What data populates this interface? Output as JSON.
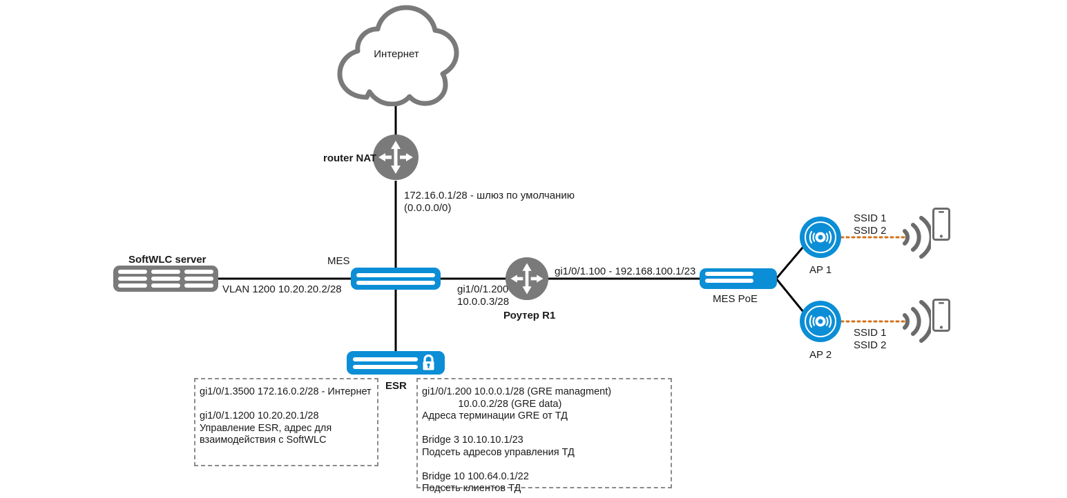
{
  "diagram": {
    "title": "SoftWLC network topology",
    "background": "#ffffff",
    "colors": {
      "device_blue": "#0b8ed6",
      "device_gray": "#7a7a7a",
      "link_black": "#000000",
      "wireless_orange": "#d2711a",
      "wifi_gray": "#6b6b6b",
      "dashed_border": "#8a8a8a"
    }
  },
  "nodes": {
    "cloud": {
      "label": "Интернет",
      "icon": "cloud-icon"
    },
    "router_nat": {
      "label": "router NAT",
      "icon": "router-icon"
    },
    "mes": {
      "label": "MES",
      "icon": "switch-icon"
    },
    "softwlc": {
      "label": "SoftWLC server",
      "icon": "server-icon"
    },
    "router_r1": {
      "label": "Роутер R1",
      "icon": "router-icon"
    },
    "mes_poe": {
      "label": "MES PoE",
      "icon": "switch-poe-icon"
    },
    "esr": {
      "label": "ESR",
      "icon": "firewall-icon"
    },
    "ap1": {
      "label": "AP 1",
      "icon": "access-point-icon"
    },
    "ap2": {
      "label": "AP 2",
      "icon": "access-point-icon"
    },
    "client1": {
      "icon": "smartphone-icon"
    },
    "client2": {
      "icon": "smartphone-icon"
    }
  },
  "link_labels": {
    "nat_gateway": "172.16.0.1/28 - шлюз по умолчанию\n(0.0.0.0/0)",
    "softwlc_vlan": "VLAN 1200 10.20.20.2/28",
    "mes_to_r1": "gi1/0/1.200\n10.0.0.3/28",
    "r1_to_poe": "gi1/0/1.100 - 192.168.100.1/23",
    "ssid_ap1": "SSID 1\nSSID 2",
    "ssid_ap2": "SSID 1\nSSID 2"
  },
  "notes": {
    "esr_left": "gi1/0/1.3500 172.16.0.2/28 - Интернет\n\ngi1/0/1.1200 10.20.20.1/28\nУправление ESR, адрес для\nвзаимодействия с SoftWLC",
    "esr_right": "gi1/0/1.200 10.0.0.1/28 (GRE managment)\n             10.0.0.2/28 (GRE data)\nАдреса терминации GRE от ТД\n\nBridge 3 10.10.10.1/23\nПодсеть адресов управления ТД\n\nBridge 10 100.64.0.1/22\nПодсеть клиентов ТД"
  }
}
